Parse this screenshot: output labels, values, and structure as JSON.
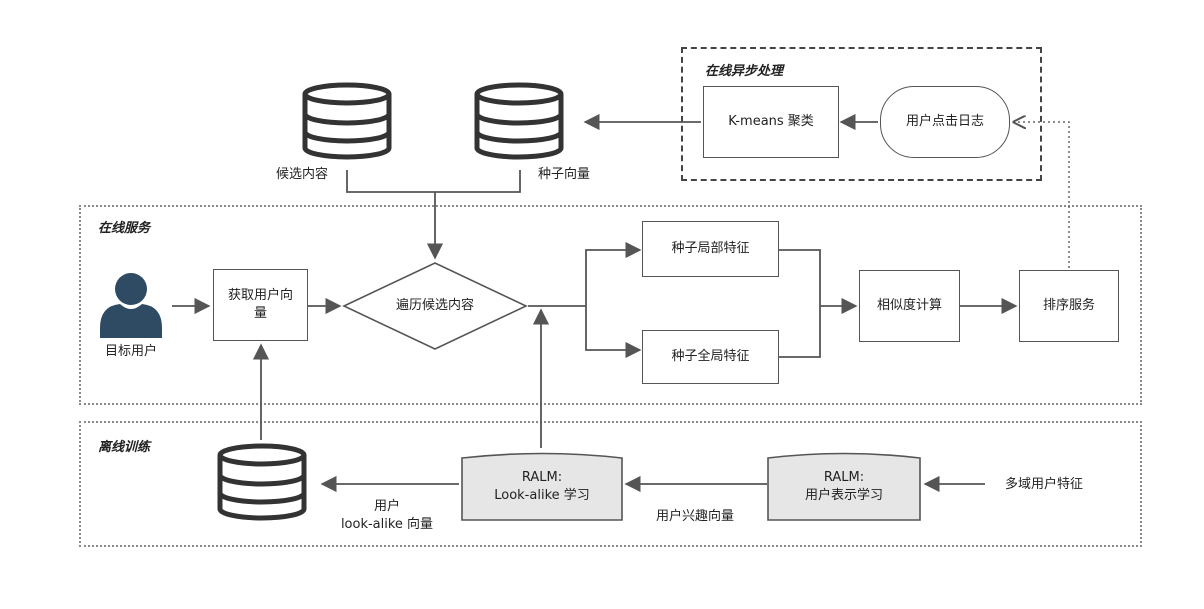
{
  "regions": {
    "async": "在线异步处理",
    "online": "在线服务",
    "offline": "离线训练"
  },
  "nodes": {
    "candidate_db": "候选内容",
    "seed_vector_db": "种子向量",
    "kmeans": "K-means 聚类",
    "click_log": "用户点击日志",
    "target_user": "目标用户",
    "get_user_vector": "获取用户向量",
    "traverse": "遍历候选内容",
    "seed_local": "种子局部特征",
    "seed_global": "种子全局特征",
    "similarity": "相似度计算",
    "ranking": "排序服务",
    "ralm_lookalike_line1": "RALM:",
    "ralm_lookalike_line2": "Look-alike 学习",
    "ralm_repr_line1": "RALM:",
    "ralm_repr_line2": "用户表示学习",
    "multi_domain": "多域用户特征",
    "user_interest": "用户兴趣向量",
    "lookalike_vector_line1": "用户",
    "lookalike_vector_line2": "look-alike 向量"
  },
  "colors": {
    "line": "#555555",
    "user_icon": "#2f4a63",
    "ralm_fill": "#e6e6e6"
  }
}
